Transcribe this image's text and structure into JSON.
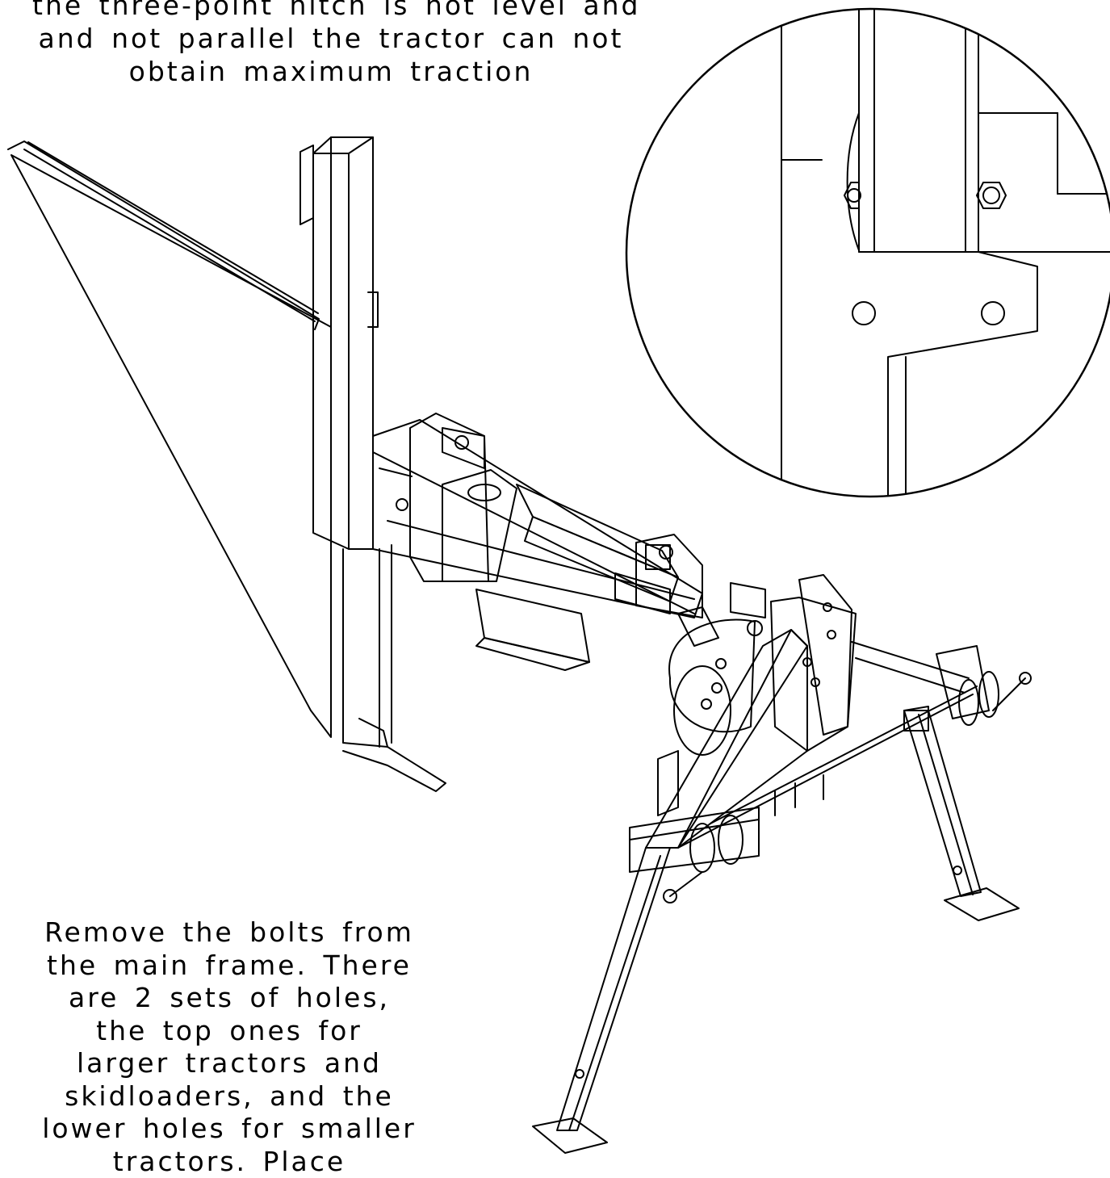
{
  "top_note": {
    "lines": [
      "the three-point hitch is not level and",
      "and not parallel the tractor can not",
      "obtain maximum traction"
    ]
  },
  "bottom_note": {
    "lines": [
      "Remove the bolts from",
      "the main frame. There",
      "are 2 sets of holes,",
      "the top ones for",
      "larger tractors and",
      "skidloaders, and the",
      "lower holes for smaller",
      "tractors. Place"
    ]
  },
  "colors": {
    "line": "#000000",
    "paper": "#ffffff"
  }
}
